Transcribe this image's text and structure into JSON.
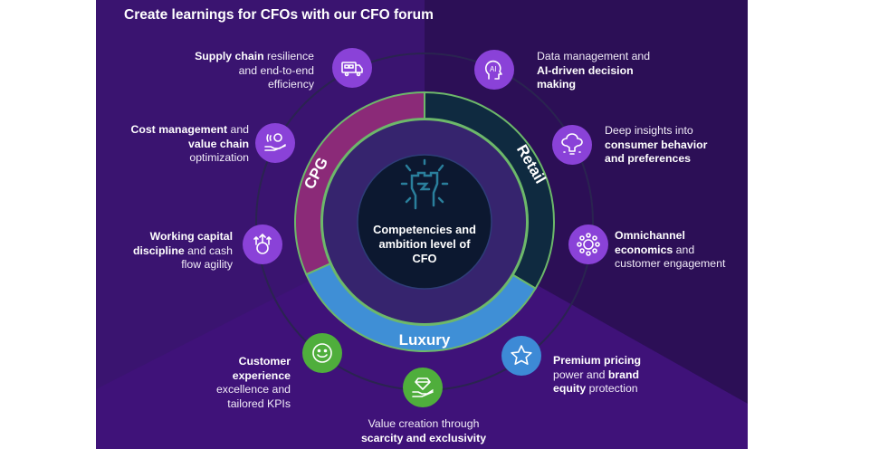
{
  "title": "Create learnings for CFOs with our CFO forum",
  "center": {
    "text": "Competencies and ambition level of CFO",
    "icon": "raised-fist-icon"
  },
  "segments": [
    {
      "name": "CPG",
      "color": "#8b2a78"
    },
    {
      "name": "Retail",
      "color": "#0f2a40"
    },
    {
      "name": "Luxury",
      "color": "#3f8fd6"
    }
  ],
  "colors": {
    "accent_green": "#6db86a",
    "purple_icon": "#8a42d8",
    "green_icon": "#4fae3c",
    "blue_icon": "#3d8ad6",
    "background": "#3a1470"
  },
  "items": [
    {
      "id": "supply-chain",
      "icon": "truck-icon",
      "group": "CPG",
      "parts": [
        {
          "t": "Supply chain",
          "b": true
        },
        {
          "t": " resilience\nand end-to-end\nefficiency"
        }
      ]
    },
    {
      "id": "cost-management",
      "icon": "hand-coins-icon",
      "group": "CPG",
      "parts": [
        {
          "t": "Cost management",
          "b": true
        },
        {
          "t": " and\n"
        },
        {
          "t": "value chain",
          "b": true
        },
        {
          "t": "\noptimization"
        }
      ]
    },
    {
      "id": "working-capital",
      "icon": "money-growth-icon",
      "group": "CPG",
      "parts": [
        {
          "t": "Working capital\ndiscipline",
          "b": true
        },
        {
          "t": " and cash\nflow agility"
        }
      ]
    },
    {
      "id": "data-ai",
      "icon": "ai-head-icon",
      "group": "Retail",
      "parts": [
        {
          "t": "Data management and\n"
        },
        {
          "t": "AI-driven decision\nmaking",
          "b": true
        }
      ]
    },
    {
      "id": "consumer-insights",
      "icon": "brain-bulb-icon",
      "group": "Retail",
      "parts": [
        {
          "t": "Deep insights into\n"
        },
        {
          "t": "consumer behavior\nand preferences",
          "b": true
        }
      ]
    },
    {
      "id": "omnichannel",
      "icon": "network-user-icon",
      "group": "Retail",
      "parts": [
        {
          "t": "Omnichannel\neconomics",
          "b": true
        },
        {
          "t": " and\ncustomer engagement"
        }
      ]
    },
    {
      "id": "premium-pricing",
      "icon": "star-icon",
      "group": "Luxury",
      "parts": [
        {
          "t": "Premium pricing",
          "b": true
        },
        {
          "t": "\npower and "
        },
        {
          "t": "brand\nequity",
          "b": true
        },
        {
          "t": " protection"
        }
      ]
    },
    {
      "id": "value-creation",
      "icon": "hand-diamond-icon",
      "group": "Luxury",
      "parts": [
        {
          "t": "Value creation through\n"
        },
        {
          "t": "scarcity and exclusivity",
          "b": true
        }
      ]
    },
    {
      "id": "customer-experience",
      "icon": "smiley-icon",
      "group": "Luxury",
      "parts": [
        {
          "t": "Customer\nexperience",
          "b": true
        },
        {
          "t": "\nexcellence and\ntailored KPIs"
        }
      ]
    }
  ]
}
